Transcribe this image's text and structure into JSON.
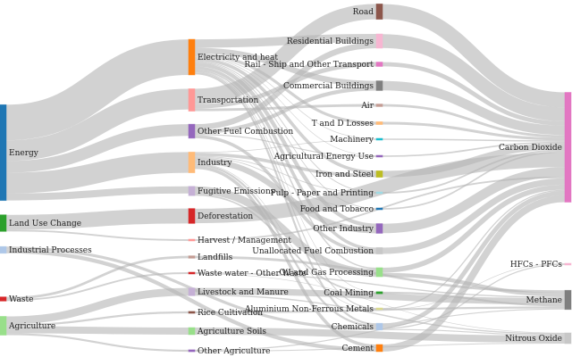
{
  "chart_data": {
    "type": "sankey",
    "title": "",
    "nodes": [
      {
        "id": "energy",
        "label": "Energy",
        "color": "#1f77b4"
      },
      {
        "id": "luc",
        "label": "Land Use Change",
        "color": "#2ca02c"
      },
      {
        "id": "ip",
        "label": "Industrial Processes",
        "color": "#aec7e8"
      },
      {
        "id": "waste",
        "label": "Waste",
        "color": "#d62728"
      },
      {
        "id": "agri",
        "label": "Agriculture",
        "color": "#98df8a"
      },
      {
        "id": "elec",
        "label": "Electricity and heat",
        "color": "#ff7f0e"
      },
      {
        "id": "trans",
        "label": "Transportation",
        "color": "#ff9896"
      },
      {
        "id": "ofc",
        "label": "Other Fuel Combustion",
        "color": "#9467bd"
      },
      {
        "id": "ind",
        "label": "Industry",
        "color": "#ffbb78"
      },
      {
        "id": "fug",
        "label": "Fugitive Emissions",
        "color": "#c5b0d5"
      },
      {
        "id": "defo",
        "label": "Deforestation",
        "color": "#d62728"
      },
      {
        "id": "harv",
        "label": "Harvest / Management",
        "color": "#ff9896"
      },
      {
        "id": "landf",
        "label": "Landfills",
        "color": "#c49c94"
      },
      {
        "id": "ww",
        "label": "Waste water - Other Waste",
        "color": "#d62728"
      },
      {
        "id": "live",
        "label": "Livestock and Manure",
        "color": "#c5b0d5"
      },
      {
        "id": "rice",
        "label": "Rice Cultivation",
        "color": "#8c564b"
      },
      {
        "id": "soils",
        "label": "Agriculture Soils",
        "color": "#98df8a"
      },
      {
        "id": "oagri",
        "label": "Other Agriculture",
        "color": "#9467bd"
      },
      {
        "id": "road",
        "label": "Road",
        "color": "#8c564b"
      },
      {
        "id": "res",
        "label": "Residential Buildings",
        "color": "#f7b6d2"
      },
      {
        "id": "rail",
        "label": "Rail - Ship and Other Transport",
        "color": "#e377c2"
      },
      {
        "id": "comm",
        "label": "Commercial Buildings",
        "color": "#7f7f7f"
      },
      {
        "id": "air",
        "label": "Air",
        "color": "#c49c94"
      },
      {
        "id": "td",
        "label": "T and D Losses",
        "color": "#ffbb78"
      },
      {
        "id": "mach",
        "label": "Machinery",
        "color": "#17becf"
      },
      {
        "id": "aeu",
        "label": "Agricultural Energy Use",
        "color": "#9467bd"
      },
      {
        "id": "iron",
        "label": "Iron and Steel",
        "color": "#bcbd22"
      },
      {
        "id": "pulp",
        "label": "Pulp - Paper and Printing",
        "color": "#9edae5"
      },
      {
        "id": "food",
        "label": "Food and Tobacco",
        "color": "#1f77b4"
      },
      {
        "id": "oind",
        "label": "Other Industry",
        "color": "#9467bd"
      },
      {
        "id": "unal",
        "label": "Unallocated Fuel Combustion",
        "color": "#c7c7c7"
      },
      {
        "id": "oil",
        "label": "Oil and Gas Processing",
        "color": "#98df8a"
      },
      {
        "id": "coal",
        "label": "Coal Mining",
        "color": "#2ca02c"
      },
      {
        "id": "alu",
        "label": "Aluminium Non-Ferrous Metals",
        "color": "#dbdb8d"
      },
      {
        "id": "chem",
        "label": "Chemicals",
        "color": "#aec7e8"
      },
      {
        "id": "cem",
        "label": "Cement",
        "color": "#ff7f0e"
      },
      {
        "id": "co2",
        "label": "Carbon Dioxide",
        "color": "#e377c2"
      },
      {
        "id": "hfc",
        "label": "HFCs - PFCs",
        "color": "#f7b6d2"
      },
      {
        "id": "ch4",
        "label": "Methane",
        "color": "#7f7f7f"
      },
      {
        "id": "n2o",
        "label": "Nitrous Oxide",
        "color": "#c7c7c7"
      }
    ],
    "links": [
      [
        "energy",
        "elec",
        27.5
      ],
      [
        "energy",
        "trans",
        16
      ],
      [
        "energy",
        "ofc",
        9
      ],
      [
        "energy",
        "ind",
        16
      ],
      [
        "energy",
        "fug",
        5.5
      ],
      [
        "luc",
        "defo",
        11.5
      ],
      [
        "luc",
        "harv",
        1.3
      ],
      [
        "ip",
        "chem",
        2.2
      ],
      [
        "ip",
        "cem",
        3
      ],
      [
        "waste",
        "landf",
        1.9
      ],
      [
        "waste",
        "ww",
        1.3
      ],
      [
        "agri",
        "live",
        6
      ],
      [
        "agri",
        "rice",
        1.5
      ],
      [
        "agri",
        "soils",
        5.5
      ],
      [
        "agri",
        "oagri",
        1.5
      ],
      [
        "elec",
        "res",
        6.5
      ],
      [
        "elec",
        "comm",
        4.5
      ],
      [
        "elec",
        "td",
        2.2
      ],
      [
        "elec",
        "mach",
        0.5
      ],
      [
        "elec",
        "iron",
        2.5
      ],
      [
        "elec",
        "pulp",
        0.7
      ],
      [
        "elec",
        "food",
        0.6
      ],
      [
        "elec",
        "oind",
        3
      ],
      [
        "elec",
        "unal",
        2.5
      ],
      [
        "elec",
        "oil",
        1
      ],
      [
        "elec",
        "coal",
        0.4
      ],
      [
        "elec",
        "alu",
        0.8
      ],
      [
        "elec",
        "chem",
        1.5
      ],
      [
        "elec",
        "aeu",
        0.4
      ],
      [
        "trans",
        "road",
        11.9
      ],
      [
        "trans",
        "rail",
        3.4
      ],
      [
        "trans",
        "air",
        2
      ],
      [
        "ofc",
        "res",
        4.5
      ],
      [
        "ofc",
        "comm",
        3
      ],
      [
        "ofc",
        "aeu",
        0.8
      ],
      [
        "ofc",
        "unal",
        2.5
      ],
      [
        "ind",
        "iron",
        2.5
      ],
      [
        "ind",
        "pulp",
        0.6
      ],
      [
        "ind",
        "food",
        0.6
      ],
      [
        "ind",
        "mach",
        0.5
      ],
      [
        "ind",
        "oind",
        4.5
      ],
      [
        "ind",
        "chem",
        1.5
      ],
      [
        "ind",
        "cem",
        2.5
      ],
      [
        "ind",
        "alu",
        0.4
      ],
      [
        "fug",
        "oil",
        6
      ],
      [
        "fug",
        "coal",
        1.2
      ],
      [
        "defo",
        "co2",
        11.5
      ],
      [
        "harv",
        "co2",
        1.3
      ],
      [
        "landf",
        "ch4",
        1.9
      ],
      [
        "ww",
        "ch4",
        1
      ],
      [
        "ww",
        "n2o",
        0.3
      ],
      [
        "live",
        "ch4",
        5
      ],
      [
        "live",
        "n2o",
        1
      ],
      [
        "rice",
        "ch4",
        1.5
      ],
      [
        "soils",
        "n2o",
        5.5
      ],
      [
        "oagri",
        "ch4",
        0.8
      ],
      [
        "oagri",
        "n2o",
        0.7
      ],
      [
        "road",
        "co2",
        11.9
      ],
      [
        "res",
        "co2",
        11
      ],
      [
        "rail",
        "co2",
        3.4
      ],
      [
        "comm",
        "co2",
        7.5
      ],
      [
        "air",
        "co2",
        2
      ],
      [
        "td",
        "co2",
        2.2
      ],
      [
        "mach",
        "co2",
        1
      ],
      [
        "aeu",
        "co2",
        1.2
      ],
      [
        "iron",
        "co2",
        5
      ],
      [
        "pulp",
        "co2",
        1.3
      ],
      [
        "food",
        "co2",
        1.2
      ],
      [
        "oind",
        "co2",
        7.5
      ],
      [
        "unal",
        "co2",
        5
      ],
      [
        "oil",
        "co2",
        4
      ],
      [
        "oil",
        "ch4",
        3
      ],
      [
        "coal",
        "ch4",
        1.6
      ],
      [
        "alu",
        "co2",
        0.9
      ],
      [
        "alu",
        "hfc",
        0.3
      ],
      [
        "chem",
        "co2",
        3.5
      ],
      [
        "chem",
        "hfc",
        0.9
      ],
      [
        "chem",
        "n2o",
        0.8
      ],
      [
        "cem",
        "co2",
        5.5
      ]
    ]
  }
}
